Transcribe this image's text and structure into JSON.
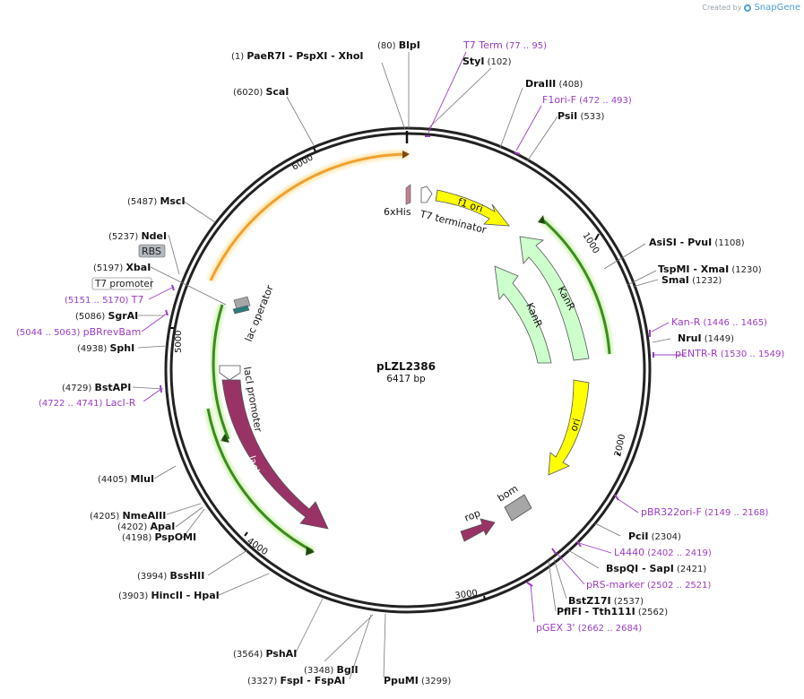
{
  "credit": {
    "prefix": "Created by",
    "brand": "SnapGene"
  },
  "plasmid": {
    "name": "pLZL2386",
    "length_label": "6417 bp"
  },
  "ticks": [
    "1000",
    "2000",
    "3000",
    "4000",
    "5000",
    "6000"
  ],
  "enzymes": [
    {
      "pos": "(1)",
      "names": [
        "PaeR7I",
        "PspXI",
        "XhoI"
      ]
    },
    {
      "pos": "(80)",
      "names": [
        "BlpI"
      ]
    },
    {
      "pos": "(102)",
      "names": [
        "StyI"
      ]
    },
    {
      "pos": "(408)",
      "names": [
        "DraIII"
      ]
    },
    {
      "pos": "(533)",
      "names": [
        "PsiI"
      ]
    },
    {
      "pos": "(1108)",
      "names": [
        "AsiSI",
        "PvuI"
      ]
    },
    {
      "pos": "(1230)",
      "names": [
        "TspMI",
        "XmaI"
      ]
    },
    {
      "pos": "(1232)",
      "names": [
        "SmaI"
      ]
    },
    {
      "pos": "(1449)",
      "names": [
        "NruI"
      ]
    },
    {
      "pos": "(2304)",
      "names": [
        "PciI"
      ]
    },
    {
      "pos": "(2421)",
      "names": [
        "BspQI",
        "SapI"
      ]
    },
    {
      "pos": "(2537)",
      "names": [
        "BstZ17I"
      ]
    },
    {
      "pos": "(2562)",
      "names": [
        "PflFI",
        "Tth111I"
      ]
    },
    {
      "pos": "(3299)",
      "names": [
        "PpuMI"
      ]
    },
    {
      "pos": "(3348)",
      "names": [
        "BglI"
      ]
    },
    {
      "pos": "(3327)",
      "names": [
        "FspI",
        "FspAI"
      ]
    },
    {
      "pos": "(3564)",
      "names": [
        "PshAI"
      ]
    },
    {
      "pos": "(3903)",
      "names": [
        "HincII",
        "HpaI"
      ]
    },
    {
      "pos": "(3994)",
      "names": [
        "BssHII"
      ]
    },
    {
      "pos": "(4198)",
      "names": [
        "PspOMI"
      ]
    },
    {
      "pos": "(4202)",
      "names": [
        "ApaI"
      ]
    },
    {
      "pos": "(4205)",
      "names": [
        "NmeAIII"
      ]
    },
    {
      "pos": "(4405)",
      "names": [
        "MluI"
      ]
    },
    {
      "pos": "(4729)",
      "names": [
        "BstAPI"
      ]
    },
    {
      "pos": "(4938)",
      "names": [
        "SphI"
      ]
    },
    {
      "pos": "(5086)",
      "names": [
        "SgrAI"
      ]
    },
    {
      "pos": "(5197)",
      "names": [
        "XbaI"
      ]
    },
    {
      "pos": "(5237)",
      "names": [
        "NdeI"
      ]
    },
    {
      "pos": "(5487)",
      "names": [
        "MscI"
      ]
    },
    {
      "pos": "(6020)",
      "names": [
        "ScaI"
      ]
    }
  ],
  "primers": [
    {
      "name": "T7 Term",
      "range": "(77 .. 95)"
    },
    {
      "name": "F1ori-F",
      "range": "(472 .. 493)"
    },
    {
      "name": "Kan-R",
      "range": "(1446 .. 1465)"
    },
    {
      "name": "pENTR-R",
      "range": "(1530 .. 1549)"
    },
    {
      "name": "pBR322ori-F",
      "range": "(2149 .. 2168)"
    },
    {
      "name": "L4440",
      "range": "(2402 .. 2419)"
    },
    {
      "name": "pRS-marker",
      "range": "(2502 .. 2521)"
    },
    {
      "name": "pGEX 3'",
      "range": "(2662 .. 2684)"
    },
    {
      "name": "LacI-R",
      "range": "(4722 .. 4741)"
    },
    {
      "name": "pBRrevBam",
      "range": "(5044 .. 5063)"
    },
    {
      "name": "T7",
      "range": "(5151 .. 5170)"
    }
  ],
  "features": {
    "sixhis": "6xHis",
    "t7_terminator": "T7 terminator",
    "f1_ori": "f1 ori",
    "kanr_outer": "KanR",
    "kanr_inner": "KanR",
    "ori": "ori",
    "bom": "bom",
    "rop": "rop",
    "laci": "lacI",
    "laci_promoter": "lacI promoter",
    "lac_operator": "lac operator",
    "rbs": "RBS",
    "t7_promoter": "T7 promoter"
  },
  "colors": {
    "f1_ori": "#ffff00",
    "kanr": "#ccffcc",
    "ori": "#ffff00",
    "laci": "#993366",
    "rop": "#993366",
    "bom": "#a6a6a6",
    "primer": "#9b3cc4",
    "orf_orange": "#f0a030",
    "orf_green": "#3c8c1e"
  }
}
